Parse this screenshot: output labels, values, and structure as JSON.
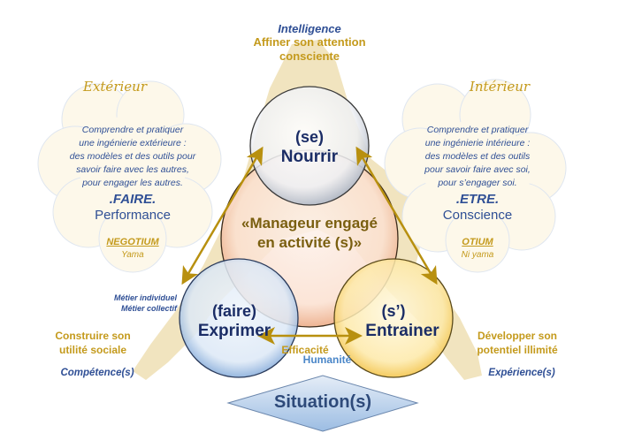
{
  "top": {
    "intelligence": "Intelligence",
    "line1": "Affiner son attention",
    "line2": "consciente"
  },
  "left_cloud": {
    "heading": "Extérieur",
    "lines": [
      "Comprendre et pratiquer",
      "une ingénierie extérieure :",
      "des modèles et des outils pour",
      "savoir faire avec les autres,",
      "pour engager les autres."
    ],
    "keyword": ".FAIRE.",
    "value": "Performance",
    "latin": "NEGOTIUM",
    "latin_sub": "Yama"
  },
  "right_cloud": {
    "heading": "Intérieur",
    "lines": [
      "Comprendre et pratiquer",
      "une ingénierie intérieure :",
      "des modèles et des outils",
      "pour savoir faire avec soi,",
      "pour s’engager soi."
    ],
    "keyword": ".ETRE.",
    "value": "Conscience",
    "latin": "OTIUM",
    "latin_sub": "Ni yama"
  },
  "circles": {
    "top": {
      "line1": "(se)",
      "line2": "Nourrir"
    },
    "center": {
      "line1": "«Manageur engagé",
      "line2": "en activité (s)»"
    },
    "left": {
      "line1": "(faire)",
      "line2": "Exprimer"
    },
    "right": {
      "line1": "(s’)",
      "line2": "Entrainer"
    }
  },
  "left_side": {
    "metier1": "Métier individuel",
    "metier2": "Métier collectif",
    "goal1": "Construire son",
    "goal2": "utilité sociale",
    "skill": "Compétence(s)"
  },
  "right_side": {
    "goal1": "Développer son",
    "goal2": "potentiel illimité",
    "skill": "Expérience(s)"
  },
  "bottom": {
    "efficacite": "Efficacité",
    "humanite": "Humanité",
    "situation": "Situation(s)"
  },
  "colors": {
    "gold": "#c49a1c",
    "navy": "#1b2d66",
    "blue": "#2f4f95",
    "arrow": "#b8900f"
  }
}
